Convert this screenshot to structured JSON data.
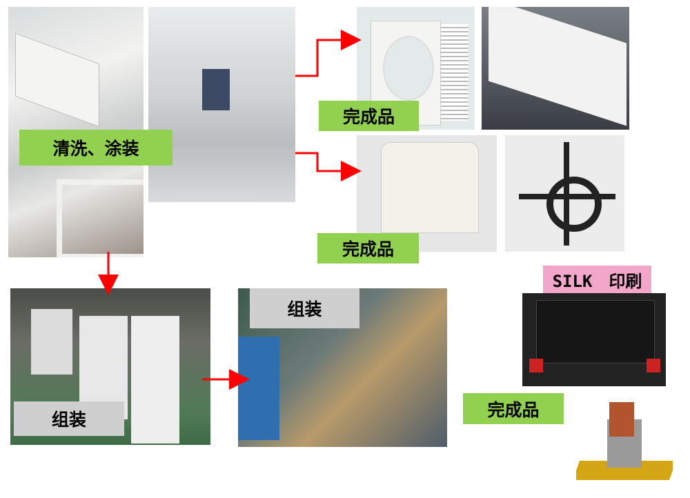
{
  "labels": {
    "cleaning_painting": "清洗、涂装",
    "finished_1": "完成品",
    "finished_2": "完成品",
    "finished_3": "完成品",
    "assembly_1": "组装",
    "assembly_2": "组装",
    "silk_printing": "SILK　印刷"
  },
  "colors": {
    "arrow": "#ff0000",
    "green_label": "#92d050",
    "gray_label": "#d0cfcf",
    "pink_label": "#f2a6c9"
  }
}
